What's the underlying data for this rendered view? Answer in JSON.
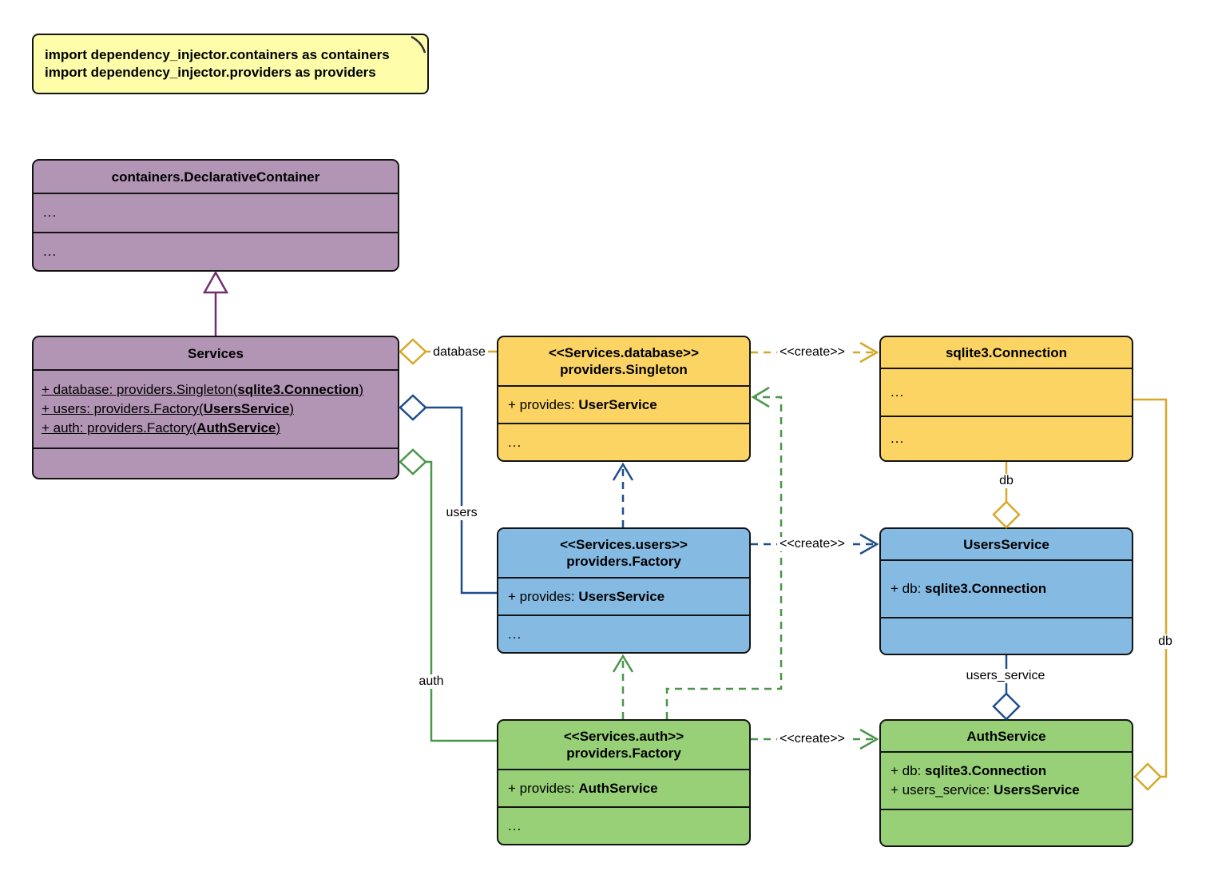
{
  "note": {
    "line1": "import dependency_injector.containers as containers",
    "line2": "import dependency_injector.providers as providers"
  },
  "ellipsis": "...",
  "labels": {
    "create": "<<create>>",
    "database": "database",
    "users": "users",
    "auth": "auth",
    "db": "db",
    "users_service": "users_service"
  },
  "colors": {
    "purple_fill": "#B294B5",
    "yellow_fill": "#FBD464",
    "blue_fill": "#85BAE3",
    "green_fill": "#97D077",
    "note_fill": "#FDFDAA",
    "purple_line": "#703070",
    "yellow_line": "#D6A829",
    "blue_line": "#1F4E8C",
    "green_line": "#4A964A"
  },
  "classes": {
    "declarative_container": {
      "title": "containers.DeclarativeContainer"
    },
    "services": {
      "title": "Services",
      "attr_database": {
        "pre": "+ database: providers.Singleton(",
        "bold": "sqlite3.Connection",
        "post": ")"
      },
      "attr_users": {
        "pre": "+ users: providers.Factory(",
        "bold": "UsersService",
        "post": ")"
      },
      "attr_auth": {
        "pre": "+ auth: providers.Factory(",
        "bold": "AuthService",
        "post": ")"
      }
    },
    "database_singleton": {
      "stereotype": "<<Services.database>>",
      "title": "providers.Singleton",
      "provides": {
        "pre": "+ provides: ",
        "bold": "UserService"
      }
    },
    "sqlite_connection": {
      "title": "sqlite3.Connection"
    },
    "users_factory": {
      "stereotype": "<<Services.users>>",
      "title": "providers.Factory",
      "provides": {
        "pre": "+ provides: ",
        "bold": "UsersService"
      }
    },
    "users_service": {
      "title": "UsersService",
      "attr_db": {
        "pre": "+ db: ",
        "bold": "sqlite3.Connection"
      }
    },
    "auth_factory": {
      "stereotype": "<<Services.auth>>",
      "title": "providers.Factory",
      "provides": {
        "pre": "+ provides: ",
        "bold": "AuthService"
      }
    },
    "auth_service": {
      "title": "AuthService",
      "attr_db": {
        "pre": "+ db: ",
        "bold": "sqlite3.Connection"
      },
      "attr_users_service": {
        "pre": "+ users_service: ",
        "bold": "UsersService"
      }
    }
  }
}
